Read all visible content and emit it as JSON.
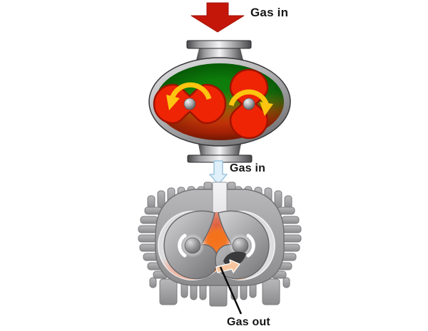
{
  "labels": {
    "stage1_inlet": "Gas in",
    "stage2_inlet": "Gas in",
    "stage2_outlet": "Gas out"
  },
  "colors": {
    "inlet_arrow_red": "#c4170a",
    "rotor_red": "#ee2405",
    "rotor_red_outline": "#9e1400",
    "chamber_green": "#0a7c08",
    "chamber_red": "#c22706",
    "rotation_arrow_yellow": "#fdc50f",
    "inlet_arrow_blue_fill": "#dff0fa",
    "inlet_arrow_blue_stroke": "#9fc6e0",
    "housing_gray": "#a2a2a4",
    "gas_orange": "#f4721a",
    "gas_pink": "#f5a78c",
    "outflow_arrow_peach": "#f6c49e",
    "exhaust_port_dark": "#3a3a3c",
    "annotation_line": "#0a0a0a",
    "label_text": "#161616"
  }
}
